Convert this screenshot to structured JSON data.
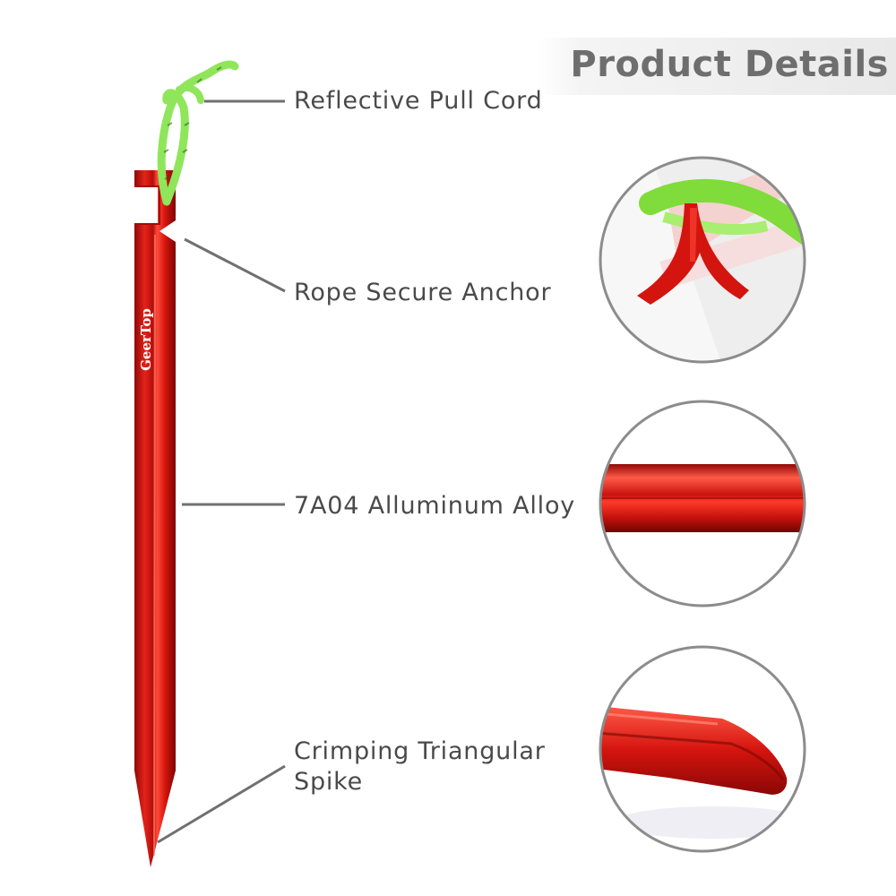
{
  "header": {
    "title": "Product Details"
  },
  "product": {
    "brand": "GeerTop"
  },
  "callouts": [
    {
      "label": "Reflective Pull Cord"
    },
    {
      "label": "Rope Secure Anchor"
    },
    {
      "label": "7A04 Alluminum Alloy"
    },
    {
      "label": "Crimping Triangular",
      "label_line2": "Spike"
    }
  ],
  "colors": {
    "stake": "#d4140e",
    "cord": "#8fe65a",
    "leader": "#707070",
    "circle_border": "#8c8c8c"
  }
}
